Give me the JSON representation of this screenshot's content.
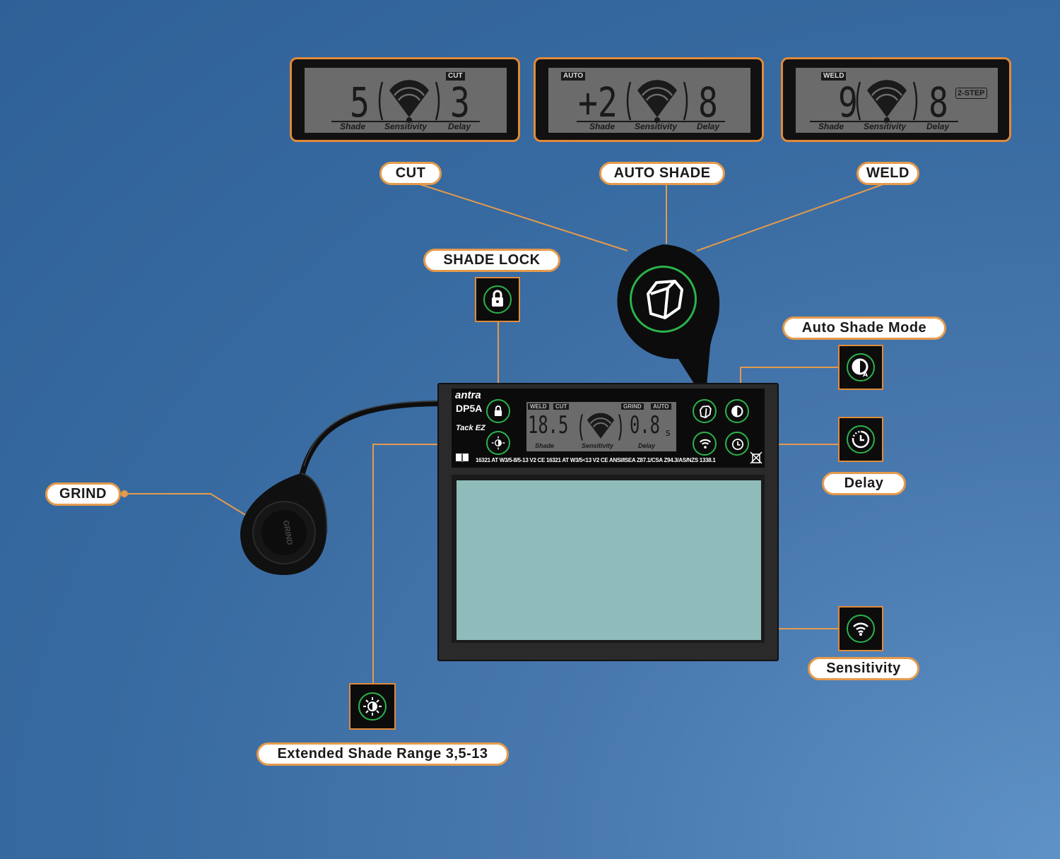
{
  "colors": {
    "accent_orange": "#e59a4c",
    "ring_green": "#2bb34a",
    "lcd_gray": "#6b6b6b",
    "glass_teal": "#8fbcbb"
  },
  "mode_panels": [
    {
      "id": "cut",
      "tag": "CUT",
      "shade": "5",
      "delay": "3",
      "captions": [
        "Shade",
        "Sensitivity",
        "Delay"
      ],
      "label": "CUT"
    },
    {
      "id": "auto",
      "tag": "AUTO",
      "shade": "+2",
      "delay": "8",
      "captions": [
        "Shade",
        "Sensitivity",
        "Delay"
      ],
      "label": "AUTO SHADE"
    },
    {
      "id": "weld",
      "tag": "WELD",
      "shade": "9",
      "delay": "8",
      "extra_tag": "2-STEP",
      "captions": [
        "Shade",
        "Sensitivity",
        "Delay"
      ],
      "label": "WELD"
    }
  ],
  "callouts": {
    "shade_lock": "SHADE LOCK",
    "auto_shade_mode": "Auto Shade Mode",
    "delay": "Delay",
    "sensitivity": "Sensitivity",
    "grind": "GRIND",
    "extended_shade": "Extended Shade Range 3,5-13"
  },
  "filter": {
    "brand": "antra",
    "model": "DP5A",
    "sub": "Tack EZ",
    "tags": [
      "WELD",
      "CUT",
      "GRIND",
      "AUTO"
    ],
    "shade_value": "18.5",
    "delay_value": "0.8",
    "delay_unit": "s",
    "captions": [
      "Shade",
      "Sensitivity",
      "Delay"
    ],
    "cert_text": "16321 AT W3/5-8/5-13 V2 CE   16321 AT W3/5<13 V2 CE   ANSI/ISEA Z87.1/CSA Z94.3/AS/NZS 1338.1"
  },
  "remote": {
    "label": "GRIND"
  }
}
